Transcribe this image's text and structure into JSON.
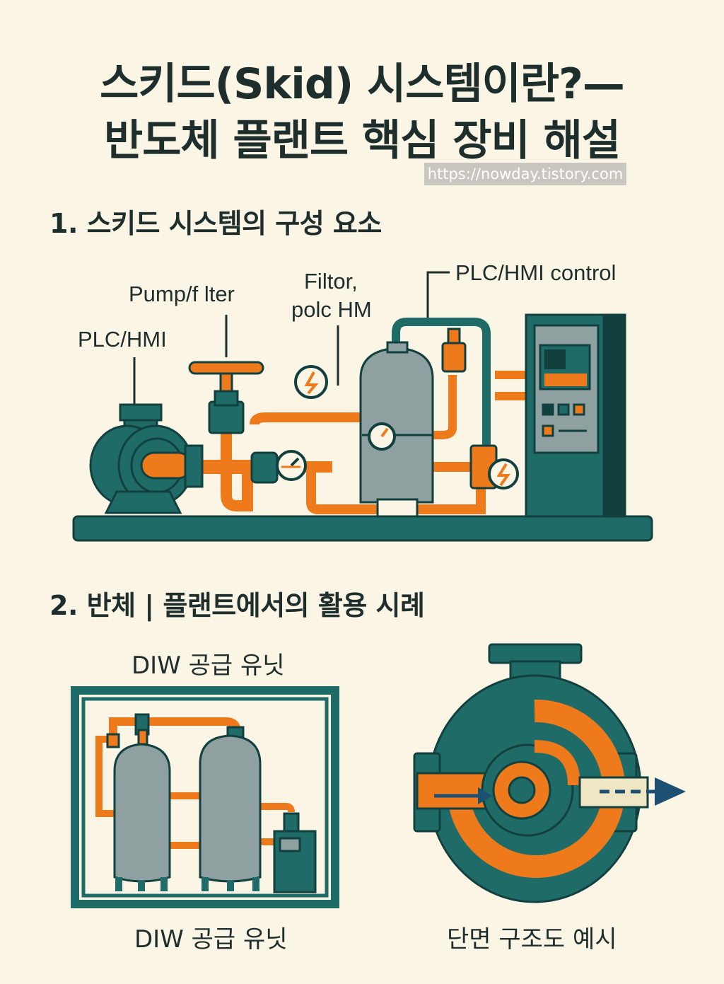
{
  "title": {
    "line1": "스키드(Skid) 시스템이란?—",
    "line2": "반도체 플랜트 핵심 장비 해설"
  },
  "watermark": "https://nowday.tistory.com",
  "section1": {
    "heading": "1. 스키드 시스템의 구성 요소",
    "labels": {
      "plc_hmi": "PLC/HMI",
      "pump_filter": "Pump/f lter",
      "filtor_line1": "Filtor,",
      "filtor_line2": "polc HM",
      "plc_hmi_control": "PLC/HMI control"
    }
  },
  "section2": {
    "heading": "2. 반체 | 플랜트에서의 활용 시례",
    "diw_top_caption": "DIW 공급 유닛",
    "diw_bottom_caption": "DIW 공급 유닛",
    "pump_caption": "단면 구조도 예시"
  },
  "colors": {
    "background": "#fbf5e5",
    "teal": "#1e6b68",
    "dark_teal": "#12403f",
    "orange": "#ef7a1c",
    "grey": "#8fa0a0",
    "navy_arrow": "#1d4f72",
    "cream": "#efe6c4"
  },
  "icons": [
    "gauge-icon",
    "flow-arrow-icon"
  ]
}
